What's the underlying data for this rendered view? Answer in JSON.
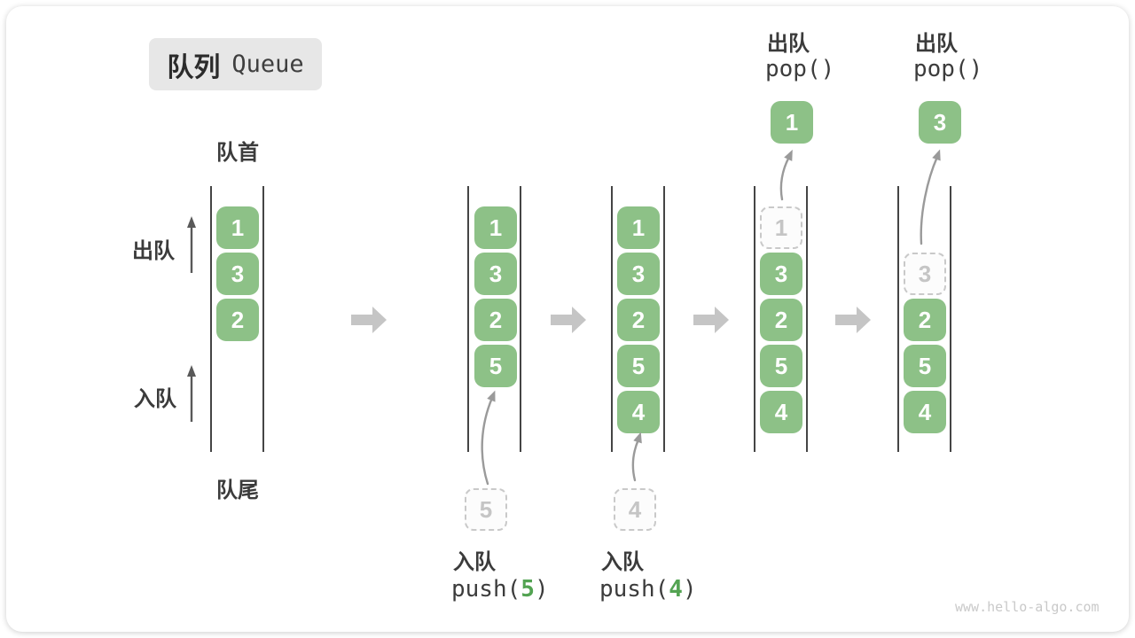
{
  "title": {
    "zh": "队列",
    "en": "Queue"
  },
  "side_labels": {
    "front": "队首",
    "rear": "队尾",
    "dequeue": "出队",
    "enqueue": "入队"
  },
  "stages": [
    {
      "name": "initial",
      "blocks": [
        {
          "v": "1"
        },
        {
          "v": "3"
        },
        {
          "v": "2"
        }
      ]
    },
    {
      "name": "after-push-5",
      "blocks": [
        {
          "v": "1"
        },
        {
          "v": "3"
        },
        {
          "v": "2"
        },
        {
          "v": "5"
        }
      ],
      "ghost": {
        "v": "5"
      },
      "op": {
        "label": "入队",
        "fn": "push(",
        "arg": "5",
        "close": ")"
      }
    },
    {
      "name": "after-push-4",
      "blocks": [
        {
          "v": "1"
        },
        {
          "v": "3"
        },
        {
          "v": "2"
        },
        {
          "v": "5"
        },
        {
          "v": "4"
        }
      ],
      "ghost": {
        "v": "4"
      },
      "op": {
        "label": "入队",
        "fn": "push(",
        "arg": "4",
        "close": ")"
      }
    },
    {
      "name": "after-pop-1",
      "blocks": [
        {
          "v": "3"
        },
        {
          "v": "2"
        },
        {
          "v": "5"
        },
        {
          "v": "4"
        }
      ],
      "ghost": {
        "v": "1"
      },
      "popped": {
        "v": "1"
      },
      "op": {
        "label": "出队",
        "code": "pop()"
      }
    },
    {
      "name": "after-pop-3",
      "blocks": [
        {
          "v": "2"
        },
        {
          "v": "5"
        },
        {
          "v": "4"
        }
      ],
      "ghost": {
        "v": "3"
      },
      "popped": {
        "v": "3"
      },
      "op": {
        "label": "出队",
        "code": "pop()"
      }
    }
  ],
  "watermark": "www.hello-algo.com",
  "colors": {
    "block_green": "#8dc187",
    "code_arg_green": "#53a352",
    "ghost_border": "#c9c9c9",
    "ghost_text": "#c5c5c5",
    "wall_dark": "#454545",
    "flow_arrow_gray": "#c5c5c5",
    "curve_arrow_gray": "#9a9a9a",
    "label_dark": "#3b3b3b",
    "title_bg": "#e7e7e7",
    "watermark_gray": "#c9c9c9"
  }
}
